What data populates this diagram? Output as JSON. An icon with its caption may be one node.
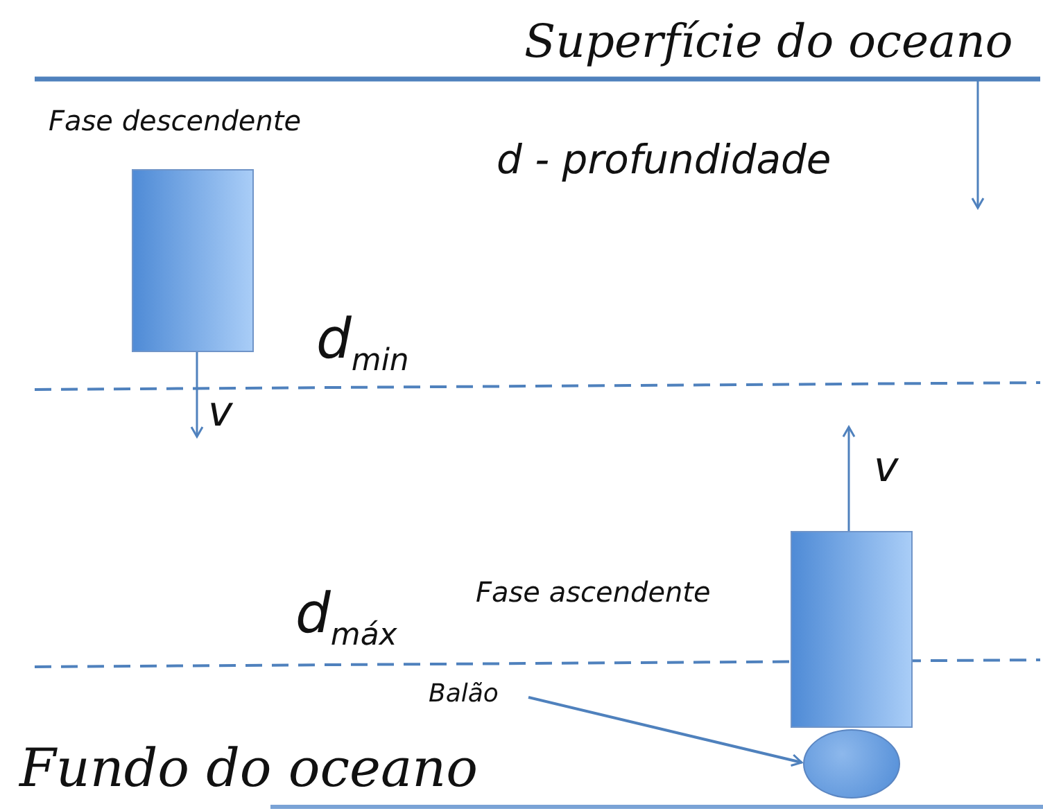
{
  "diagram": {
    "nodes": [
      {
        "text": [
          "Fase descendente"
        ]
      },
      {
        "text": [
          "Fase ascendente"
        ]
      },
      {
        "text": [
          "Balão"
        ]
      },
      {
        "text": [],
        "shape": "circle"
      }
    ],
    "edges": [
      {
        "from": 2,
        "to": 3,
        "arrow": "to"
      }
    ],
    "labels": [
      "Superfície do oceano",
      "d - profundidade",
      "d$_{min}$",
      "v",
      "v",
      "d$_{máx}$",
      "Fundo do oceano"
    ]
  }
}
